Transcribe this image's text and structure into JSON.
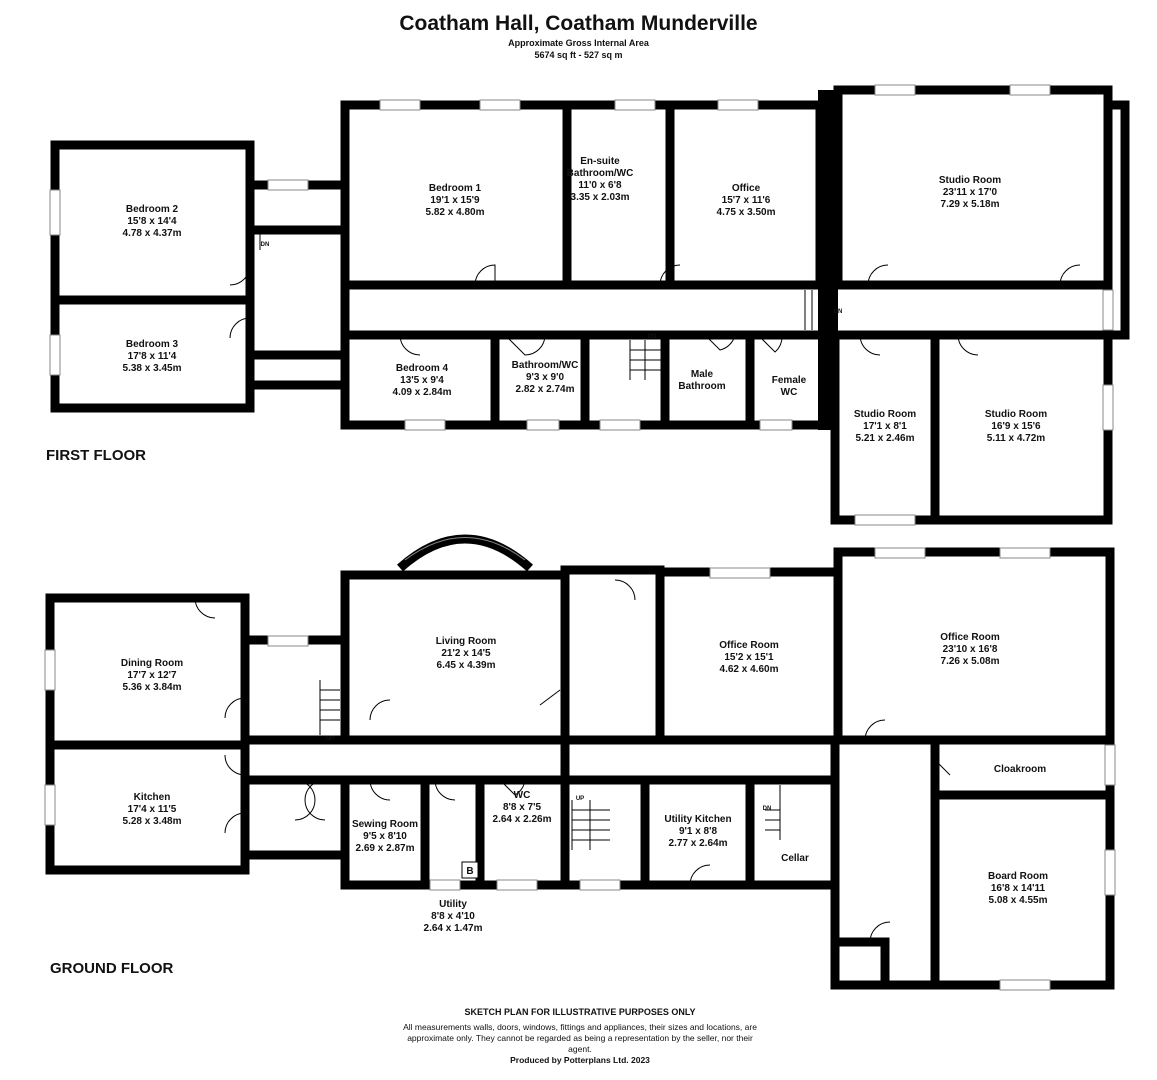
{
  "header": {
    "title": "Coatham Hall, Coatham Munderville",
    "area_label": "Approximate Gross Internal Area",
    "area_value": "5674 sq ft - 527 sq m"
  },
  "floors": {
    "first": "FIRST FLOOR",
    "ground": "GROUND FLOOR"
  },
  "first_floor_rooms": [
    {
      "name": "Bedroom 2",
      "imperial": "15'8 x 14'4",
      "metric": "4.78 x 4.37m"
    },
    {
      "name": "Bedroom 3",
      "imperial": "17'8 x 11'4",
      "metric": "5.38 x 3.45m"
    },
    {
      "name": "Bedroom 1",
      "imperial": "19'1 x 15'9",
      "metric": "5.82 x 4.80m"
    },
    {
      "name": "En-suite",
      "name2": "Bathroom/WC",
      "imperial": "11'0 x 6'8",
      "metric": "3.35 x 2.03m"
    },
    {
      "name": "Office",
      "imperial": "15'7 x 11'6",
      "metric": "4.75 x 3.50m"
    },
    {
      "name": "Studio Room",
      "imperial": "23'11 x 17'0",
      "metric": "7.29 x 5.18m"
    },
    {
      "name": "Bedroom 4",
      "imperial": "13'5 x 9'4",
      "metric": "4.09 x 2.84m"
    },
    {
      "name": "Bathroom/WC",
      "imperial": "9'3 x 9'0",
      "metric": "2.82 x 2.74m"
    },
    {
      "name": "Male",
      "name2": "Bathroom"
    },
    {
      "name": "Female",
      "name2": "WC"
    },
    {
      "name": "Studio Room",
      "imperial": "17'1 x 8'1",
      "metric": "5.21 x 2.46m"
    },
    {
      "name": "Studio Room",
      "imperial": "16'9 x 15'6",
      "metric": "5.11 x 4.72m"
    }
  ],
  "ground_floor_rooms": [
    {
      "name": "Dining Room",
      "imperial": "17'7 x 12'7",
      "metric": "5.36 x 3.84m"
    },
    {
      "name": "Kitchen",
      "imperial": "17'4 x 11'5",
      "metric": "5.28 x 3.48m"
    },
    {
      "name": "Living Room",
      "imperial": "21'2 x 14'5",
      "metric": "6.45 x 4.39m"
    },
    {
      "name": "Office Room",
      "imperial": "15'2 x 15'1",
      "metric": "4.62 x 4.60m"
    },
    {
      "name": "Office Room",
      "imperial": "23'10 x 16'8",
      "metric": "7.26 x 5.08m"
    },
    {
      "name": "Sewing Room",
      "imperial": "9'5 x 8'10",
      "metric": "2.69 x 2.87m"
    },
    {
      "name": "WC",
      "imperial": "8'8 x 7'5",
      "metric": "2.64 x 2.26m"
    },
    {
      "name": "Utility Kitchen",
      "imperial": "9'1 x 8'8",
      "metric": "2.77 x 2.64m"
    },
    {
      "name": "Cellar"
    },
    {
      "name": "Cloakroom"
    },
    {
      "name": "Board Room",
      "imperial": "16'8 x 14'11",
      "metric": "5.08 x 4.55m"
    },
    {
      "name": "Utility",
      "imperial": "8'8 x 4'10",
      "metric": "2.64 x 1.47m"
    }
  ],
  "markers": {
    "dn": "DN",
    "up": "UP",
    "boiler": "B"
  },
  "footer": {
    "heading": "SKETCH PLAN FOR ILLUSTRATIVE PURPOSES ONLY",
    "disclaimer": "All measurements walls, doors, windows, fittings and appliances, their sizes and locations, are approximate only. They cannot be regarded as being a representation by the seller, nor their agent.",
    "credit": "Produced by Potterplans Ltd. 2023"
  }
}
